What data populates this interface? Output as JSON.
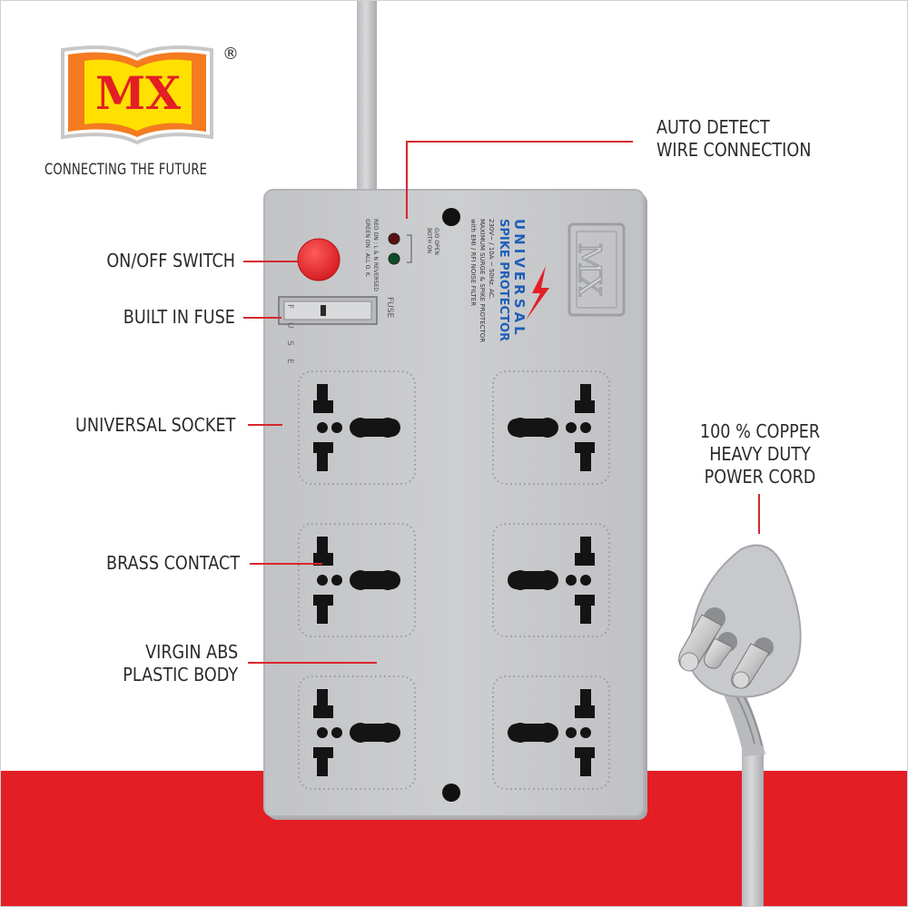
{
  "brand": {
    "logo_text": "MX",
    "registered_mark": "®",
    "tagline": "CONNECTING THE FUTURE",
    "emboss_text": "MX"
  },
  "callouts": {
    "auto_detect": [
      "AUTO DETECT",
      "WIRE CONNECTION"
    ],
    "on_off_switch": "ON/OFF SWITCH",
    "built_in_fuse": "BUILT IN FUSE",
    "universal_socket": "UNIVERSAL SOCKET",
    "brass_contact": "BRASS CONTACT",
    "virgin_abs": [
      "VIRGIN ABS",
      "PLASTIC BODY"
    ],
    "copper_cord": [
      "100 % COPPER",
      "HEAVY DUTY",
      "POWER CORD"
    ]
  },
  "device_print": {
    "title_1": "UNIVERSAL",
    "title_2": "SPIKE PROTECTOR",
    "spec_1": "230V~ / 10A ~ 50Hz. AC.",
    "spec_2": "MAXIMUM SURGE & SPIKE PROTECTOR",
    "spec_3": "with EMI / RFI NOISE FILTER",
    "led_note_1": "GREEN ON : ALL O. K.",
    "led_note_2": "RED ON : L & N REVERSED",
    "led_note_3": "BOTH ON",
    "led_note_4": "G/O OPEN",
    "fuse_label": "FUSE",
    "fuse_letters": [
      "F",
      "U",
      "S",
      "E"
    ]
  },
  "colors": {
    "accent_red": "#e31e25",
    "lead_red": "#d6282d",
    "body_grey": "#c9cacc",
    "body_edge": "#b3b4b7",
    "logo_orange": "#f47b20",
    "logo_yellow": "#ffe000",
    "logo_text_red": "#e31e25",
    "print_blue": "#1f5fb8",
    "socket_black": "#141414"
  }
}
